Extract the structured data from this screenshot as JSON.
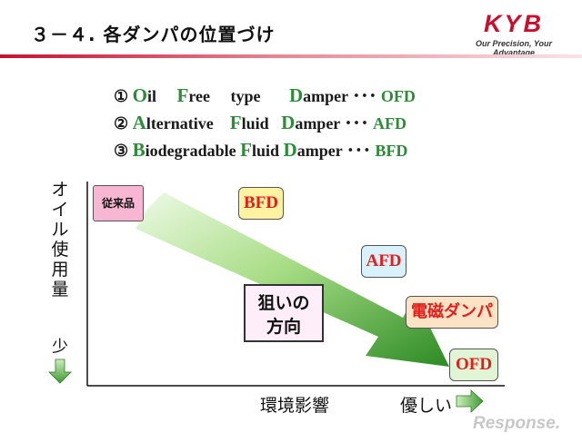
{
  "header": {
    "title": "３－４. 各ダンパの位置づけ",
    "logo_text": "KYB",
    "logo_tagline": "Our Precision, Your Advantage"
  },
  "definitions": [
    {
      "num": "①",
      "words": [
        {
          "initial": "O",
          "rest": "il"
        },
        {
          "initial": "F",
          "rest": "ree"
        },
        {
          "initial": "",
          "rest": "type"
        },
        {
          "initial": "D",
          "rest": "amper"
        }
      ],
      "separator": "･･･",
      "abbr": "OFD"
    },
    {
      "num": "②",
      "words": [
        {
          "initial": "A",
          "rest": "lternative"
        },
        {
          "initial": "F",
          "rest": "luid"
        },
        {
          "initial": "D",
          "rest": "amper"
        }
      ],
      "separator": "･･･",
      "abbr": "AFD"
    },
    {
      "num": "③",
      "words": [
        {
          "initial": "B",
          "rest": "iodegradable"
        },
        {
          "initial": "F",
          "rest": "luid"
        },
        {
          "initial": "D",
          "rest": "amper"
        }
      ],
      "separator": "･･･",
      "abbr": "BFD"
    }
  ],
  "diagram": {
    "y_axis_label": "オイル使用量",
    "y_axis_low": "少",
    "x_axis_label": "環境影響",
    "x_axis_high": "優しい",
    "arrow_label_line1": "狙いの",
    "arrow_label_line2": "方向",
    "boxes": {
      "conventional": "従来品",
      "bfd": "BFD",
      "afd": "AFD",
      "electromagnetic": "電磁ダンパ",
      "ofd": "OFD"
    }
  },
  "colors": {
    "brand_red": "#c8102e",
    "green": "#2e8b3a",
    "label_red": "#e0201c",
    "pink_box": "#f7b6d2",
    "yellow_box": "#fff2a0",
    "blue_box": "#d9f1fb",
    "peach_box": "#fde3c6",
    "green_box": "#dff5d6"
  },
  "watermark": "Response."
}
